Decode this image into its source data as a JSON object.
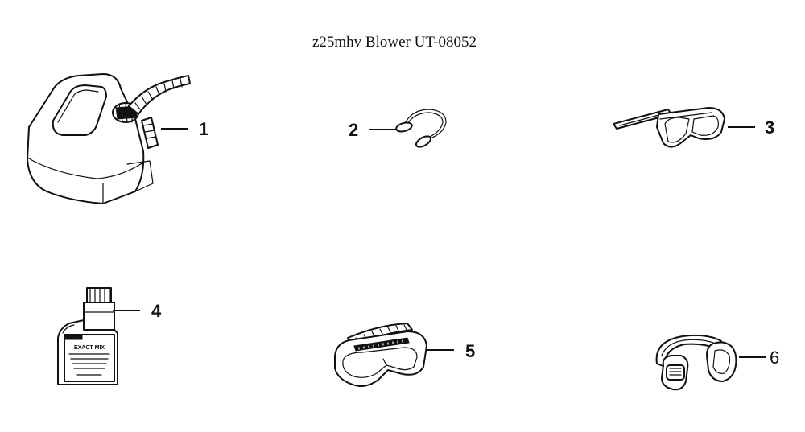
{
  "title": "z25mhv Blower UT-08052",
  "parts": [
    {
      "number": "1",
      "icon": "fuel-can-icon"
    },
    {
      "number": "2",
      "icon": "ear-plugs-icon"
    },
    {
      "number": "3",
      "icon": "safety-glasses-icon"
    },
    {
      "number": "4",
      "icon": "oil-bottle-icon",
      "label_lines": [
        "EXACT MIX"
      ]
    },
    {
      "number": "5",
      "icon": "safety-goggles-icon"
    },
    {
      "number": "6",
      "icon": "ear-muffs-icon"
    }
  ]
}
